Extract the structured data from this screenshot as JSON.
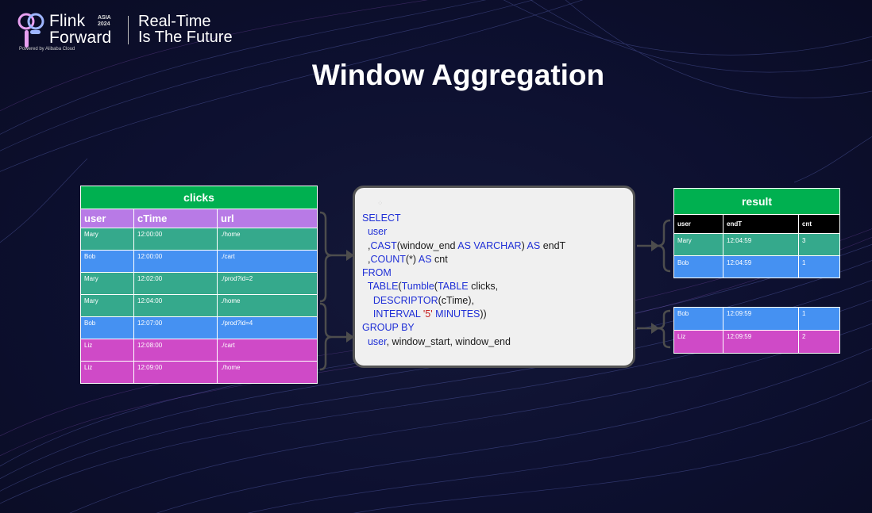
{
  "header": {
    "brand_line1": "Flink",
    "brand_line2": "Forward",
    "badge_line1": "ASIA",
    "badge_line2": "2024",
    "tagline_line1": "Real-Time",
    "tagline_line2": "Is The Future",
    "powered_by": "Powered by  Alibaba Cloud"
  },
  "title": "Window Aggregation",
  "clicks": {
    "title": "clicks",
    "columns": [
      "user",
      "cTime",
      "url"
    ],
    "rows": [
      [
        "Mary",
        "12:00:00",
        "./home"
      ],
      [
        "Bob",
        "12:00:00",
        "./cart"
      ],
      [
        "Mary",
        "12:02:00",
        "./prod?id=2"
      ],
      [
        "Mary",
        "12:04:00",
        "./home"
      ],
      [
        "Bob",
        "12:07:00",
        "./prod?id=4"
      ],
      [
        "Liz",
        "12:08:00",
        "./cart"
      ],
      [
        "Liz",
        "12:09:00",
        "./home"
      ]
    ]
  },
  "sql": {
    "l1": "SELECT",
    "l2": "user",
    "l3_pre": ",",
    "l3_fn": "CAST",
    "l3_a": "(window_end ",
    "l3_as": "AS VARCHAR",
    "l3_b": ") ",
    "l3_as2": "AS",
    "l3_c": " endT",
    "l4_pre": ",",
    "l4_fn": "COUNT",
    "l4_a": "(*) ",
    "l4_as": "AS",
    "l4_b": " cnt",
    "l5": "FROM",
    "l6_fn": "TABLE",
    "l6_a": "(",
    "l6_fn2": "Tumble",
    "l6_b": "(",
    "l6_kw": "TABLE",
    "l6_c": " clicks,",
    "l7_fn": "DESCRIPTOR",
    "l7_a": "(cTime),",
    "l8_kw": "INTERVAL",
    "l8_str": "'5'",
    "l8_kw2": "MINUTES",
    "l8_a": "))",
    "l9": "GROUP BY",
    "l10_kw": "user",
    "l10_a": ", window_start, window_end"
  },
  "result": {
    "title": "result",
    "columns": [
      "user",
      "endT",
      "cnt"
    ],
    "rows": [
      [
        "Mary",
        "12:04:59",
        "3"
      ],
      [
        "Bob",
        "12:04:59",
        "1"
      ]
    ],
    "rows2": [
      [
        "Bob",
        "12:09:59",
        "1"
      ],
      [
        "Liz",
        "12:09:59",
        "2"
      ]
    ]
  }
}
